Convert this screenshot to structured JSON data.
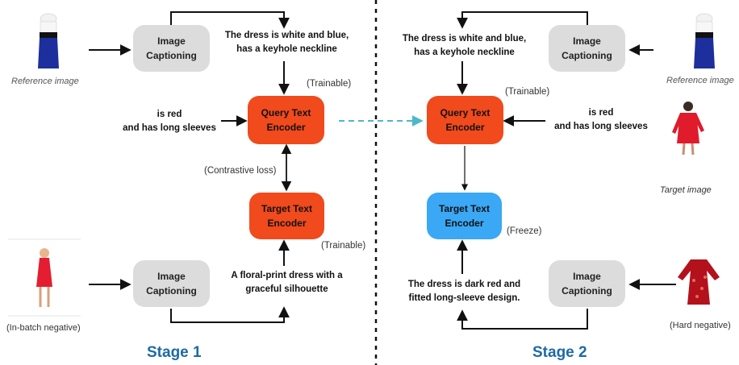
{
  "stage1": {
    "title": "Stage 1",
    "captioning_top": "Image\nCaptioning",
    "caption_top": "The dress is white and blue,\nhas a keyhole neckline",
    "reference_label": "Reference image",
    "trainable_query": "(Trainable)",
    "modification": "is red\nand has long sleeves",
    "query_encoder": "Query Text\nEncoder",
    "contrastive": "(Contrastive loss)",
    "target_encoder": "Target Text\nEncoder",
    "trainable_target": "(Trainable)",
    "captioning_bottom": "Image\nCaptioning",
    "caption_bottom": "A floral-print dress with a\ngraceful silhouette",
    "negative_label": "(In-batch negative)"
  },
  "stage2": {
    "title": "Stage 2",
    "captioning_top": "Image\nCaptioning",
    "caption_top": "The dress is white and blue,\nhas a keyhole neckline",
    "reference_label": "Reference image",
    "trainable_query": "(Trainable)",
    "modification": "is red\nand has long sleeves",
    "query_encoder": "Query Text\nEncoder",
    "target_label": "Target image",
    "target_encoder": "Target Text\nEncoder",
    "freeze": "(Freeze)",
    "captioning_bottom": "Image\nCaptioning",
    "caption_bottom": "The dress is dark red and\nfitted long-sleeve design.",
    "negative_label": "(Hard negative)"
  },
  "colors": {
    "query_encoder": "#f04a1d",
    "target_encoder_stage1": "#f04a1d",
    "target_encoder_stage2": "#3aa8f5",
    "captioning": "#dcdcdc",
    "stage_title": "#1c6aa8",
    "transfer_arrow": "#4fb8c8"
  },
  "icons": {
    "reference_image": "white-blue-dress-image",
    "in_batch_negative": "red-dress-model-image",
    "target_image": "red-long-sleeve-dress-image",
    "hard_negative": "dark-red-floral-dress-image"
  }
}
